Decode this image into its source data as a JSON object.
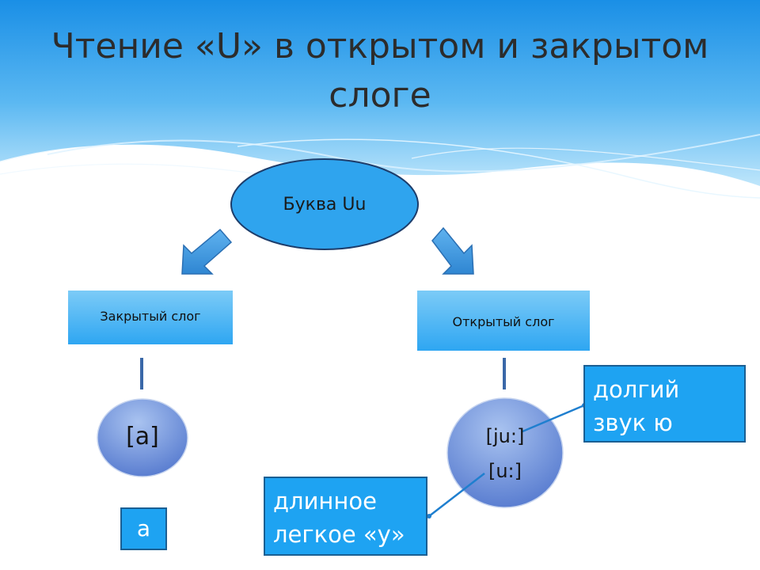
{
  "slide": {
    "title_line1": "Чтение «U» в открытом и закрытом",
    "title_line2": "слоге"
  },
  "diagram": {
    "root": "Буква Uu",
    "closed_syllable": "Закрытый  слог",
    "open_syllable": "Открытый слог",
    "closed_sound": "[a]",
    "open_sound_1": "[ju:]",
    "open_sound_2": "[u:]",
    "closed_example": "a",
    "callout_long_line1": "долгий",
    "callout_long_line2": "звук ю",
    "callout_light_line1": "длинное",
    "callout_light_line2": "легкое «у»"
  },
  "colors": {
    "sky_top": "#1a8fe6",
    "sky_bottom": "#bfe6fb",
    "box_fill": "#44b3f4",
    "ellipse_fill": "#2fa4ee",
    "circle_fill": "#6c8fd9",
    "callout_fill": "#1ea3f2",
    "arrow": "#3b8fd8"
  }
}
